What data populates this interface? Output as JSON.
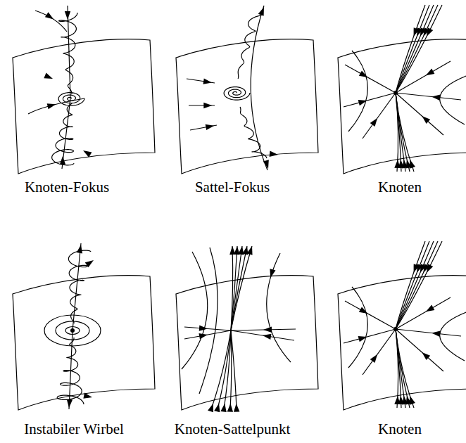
{
  "diagram": {
    "labels": [
      "Knoten-Fokus",
      "Sattel-Fokus",
      "Knoten",
      "Instabiler Wirbel",
      "Knoten-Sattelpunkt",
      "Knoten"
    ]
  }
}
